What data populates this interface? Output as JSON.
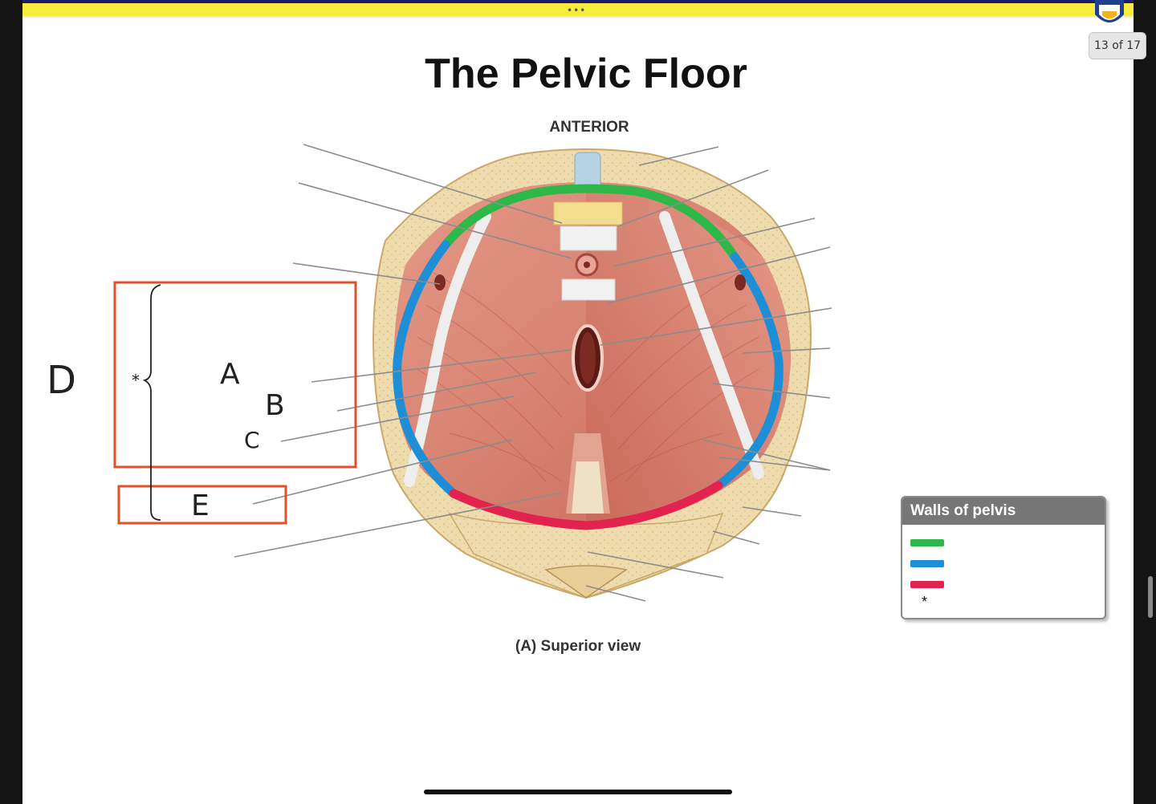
{
  "page_counter": "13 of 17",
  "toolbar_dots": "•••",
  "slide": {
    "title": "The Pelvic Floor",
    "orientation_label": "ANTERIOR",
    "caption": "(A) Superior view"
  },
  "annotations": {
    "letter_a": "A",
    "letter_b": "B",
    "letter_c": "C",
    "letter_d": "D",
    "letter_e": "E",
    "star": "*"
  },
  "legend": {
    "title": "Walls of pelvis",
    "star": "*",
    "colors": [
      "#2fb84a",
      "#1e8fd6",
      "#e2234f"
    ]
  },
  "colors": {
    "annotation_box": "#e1502a",
    "topbar_yellow": "#f6ec3a",
    "muscle": "#d9806f",
    "bone": "#eed6a4"
  }
}
